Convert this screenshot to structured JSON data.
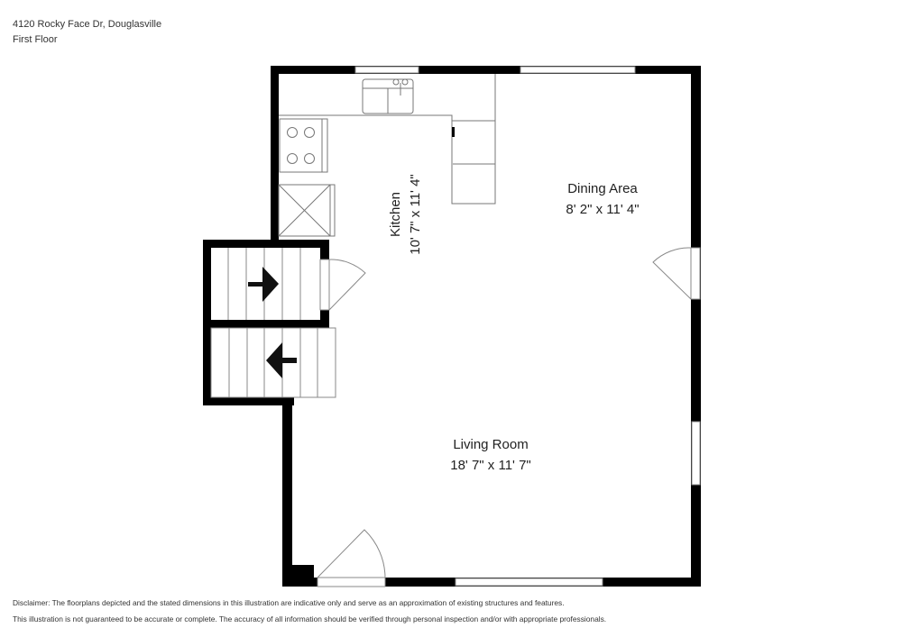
{
  "header": {
    "address": "4120 Rocky Face Dr, Douglasville",
    "floor": "First Floor"
  },
  "rooms": [
    {
      "name": "Kitchen",
      "dimensions": "10' 7\" x 11' 4\""
    },
    {
      "name": "Dining Area",
      "dimensions": "8' 2\" x 11' 4\""
    },
    {
      "name": "Living Room",
      "dimensions": "18' 7\" x 11' 7\""
    }
  ],
  "disclaimer": {
    "line1": "Disclaimer: The floorplans depicted and the stated dimensions in this illustration are indicative only and serve as an approximation of existing structures and features.",
    "line2": "This illustration is not guaranteed to be accurate or complete. The accuracy of all information should be verified through personal inspection and/or with appropriate professionals."
  },
  "colors": {
    "wall": "#000000",
    "fixture_line": "#888888",
    "background": "#ffffff"
  }
}
